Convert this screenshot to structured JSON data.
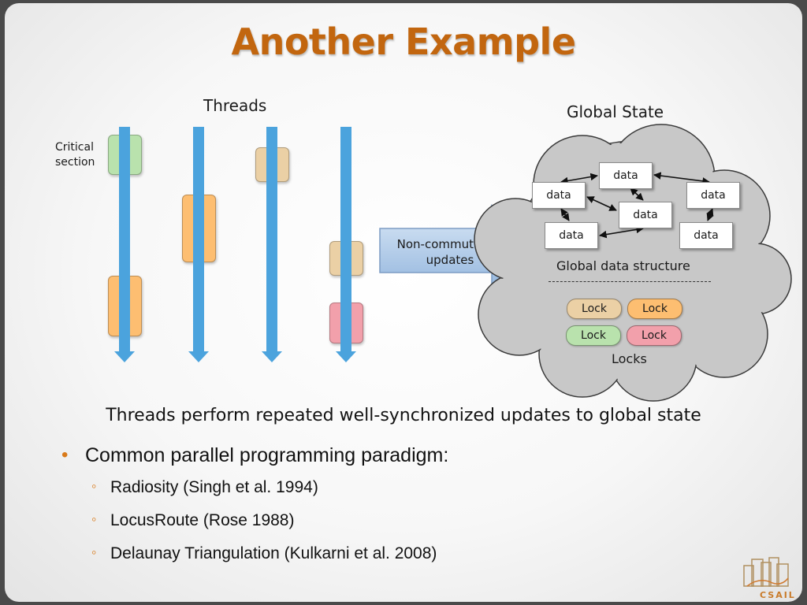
{
  "slide": {
    "title": "Another Example",
    "threads_label": "Threads",
    "critical_section_label": [
      "Critical",
      "section"
    ],
    "global_state_label": "Global State",
    "arrow_label": [
      "Non-commutative",
      "updates"
    ],
    "data_label": "data",
    "global_data_structure_label": "Global data structure",
    "lock_label": "Lock",
    "locks_label": "Locks",
    "summary": "Threads perform repeated well-synchronized updates to global state",
    "bullet": "Common parallel programming paradigm:",
    "sub_bullets": [
      "Radiosity (Singh et al. 1994)",
      "LocusRoute (Rose 1988)",
      "Delaunay Triangulation (Kulkarni et al. 2008)"
    ],
    "logo_text": "CSAIL"
  },
  "colors": {
    "title": "#c2660f",
    "thread_arrow": "#4ba3dd",
    "critical_green": "#b9e2ad",
    "critical_orange": "#fdbe71",
    "critical_tan": "#ebd0a5",
    "critical_pink": "#f2a0ab",
    "cloud_fill": "#c8c8c8",
    "bullet_marker": "#d97a1a"
  }
}
